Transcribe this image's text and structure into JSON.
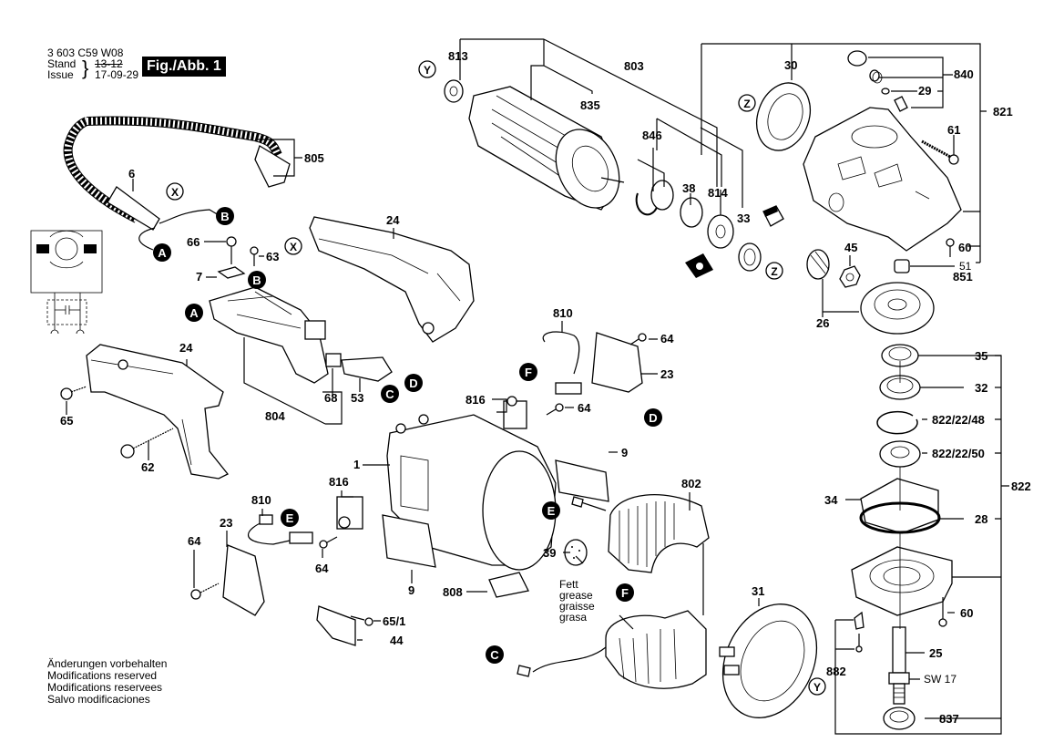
{
  "header": {
    "part_number": "3 603 C59 W08",
    "stand_label": "Stand",
    "issue_label": "Issue",
    "old_revision": "13-12",
    "revision_date": "17-09-29",
    "figure_label": "Fig./Abb. 1"
  },
  "footer": {
    "notes": [
      "Änderungen vorbehalten",
      "Modifications reserved",
      "Modifications reservees",
      "Salvo modificaciones"
    ]
  },
  "grease_note": [
    "Fett",
    "grease",
    "graisse",
    "grasa"
  ],
  "connector_markers": [
    "A",
    "B",
    "C",
    "D",
    "E",
    "F"
  ],
  "reference_markers": [
    "X",
    "Y",
    "Z"
  ],
  "part_labels": {
    "p813": "813",
    "p803": "803",
    "p835": "835",
    "p846": "846",
    "p38": "38",
    "p814": "814",
    "p33": "33",
    "p30": "30",
    "p840": "840",
    "p29": "29",
    "p821": "821",
    "p61": "61",
    "p60a": "60",
    "p51": "51",
    "p851": "851",
    "p45": "45",
    "p26": "26",
    "p35": "35",
    "p32": "32",
    "p822_22_48": "822/22/48",
    "p822_22_50": "822/22/50",
    "p822": "822",
    "p34": "34",
    "p28": "28",
    "p60b": "60",
    "p25": "25",
    "sw17": "SW 17",
    "p882": "882",
    "p837": "837",
    "p805": "805",
    "p6": "6",
    "p66": "66",
    "p63": "63",
    "p7": "7",
    "p24a": "24",
    "p24b": "24",
    "p68": "68",
    "p53": "53",
    "p804": "804",
    "p65": "65",
    "p62": "62",
    "p810a": "810",
    "p64a": "64",
    "p23a": "23",
    "p816a": "816",
    "p64b": "64",
    "p9a": "9",
    "p1": "1",
    "p816b": "816",
    "p810b": "810",
    "p23b": "23",
    "p64c": "64",
    "p64d": "64",
    "p9b": "9",
    "p808": "808",
    "p39": "39",
    "p802": "802",
    "p31": "31",
    "p65_1": "65/1",
    "p44": "44"
  }
}
